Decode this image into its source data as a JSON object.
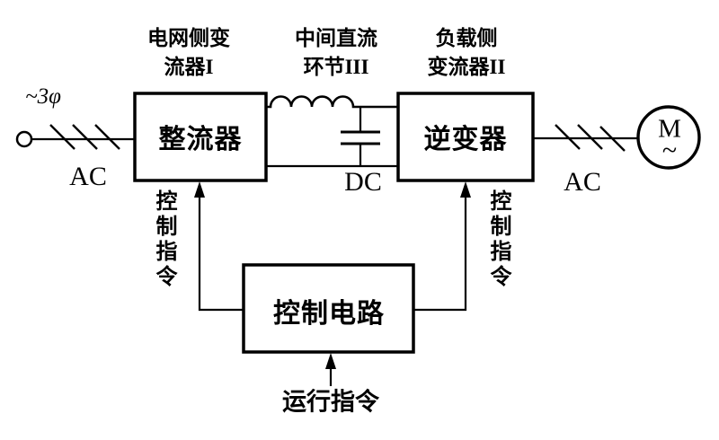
{
  "diagram": {
    "title_context": "AC-DC-AC converter drive block diagram",
    "headings": {
      "grid_side_line1": "电网侧变",
      "grid_side_line2": "流器I",
      "dc_link_line1": "中间直流",
      "dc_link_line2": "环节III",
      "load_side_line1": "负载侧",
      "load_side_line2": "变流器II"
    },
    "blocks": {
      "rectifier": "整流器",
      "inverter": "逆变器",
      "control": "控制电路"
    },
    "labels": {
      "phase_input": "~3φ",
      "ac_left": "AC",
      "dc": "DC",
      "ac_right": "AC",
      "motor": "M",
      "motor_wave": "~",
      "control_cmd_left": "控制指令",
      "control_cmd_right": "控制指令",
      "run_cmd": "运行指令"
    },
    "colors": {
      "line": "#000000",
      "background": "#ffffff"
    }
  }
}
